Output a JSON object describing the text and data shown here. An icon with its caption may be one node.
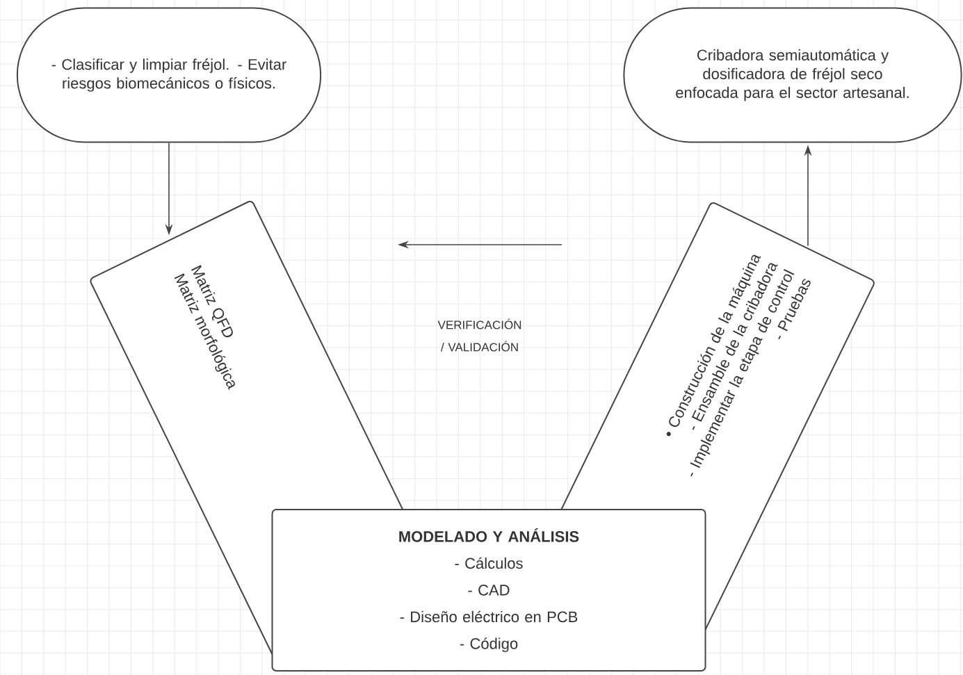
{
  "diagram": {
    "nodes": [
      {
        "text": [
          "- Clasificar y limpiar fréjol. - Evitar riesgos biomecánicos o físicos."
        ]
      },
      {
        "text": [
          "Cribadora semiautomática y dosificadora de fréjol seco enfocada para el sector artesanal."
        ]
      },
      {
        "text": [
          "Matriz QFD",
          "Matriz morfológica"
        ]
      },
      {
        "text": [
          "• Construcción de la máquina",
          "- Ensamble de la cribadora",
          "- Implementar la etapa de control",
          "- Pruebas"
        ]
      },
      {
        "text": [
          "MODELADO Y ANÁLISIS",
          "- Cálculos",
          "- CAD",
          "- Diseño eléctrico en PCB",
          "- Código"
        ]
      }
    ],
    "edges": [
      {
        "from": 0,
        "to": 2,
        "arrow": "to"
      },
      {
        "from": 3,
        "to": 1,
        "arrow": "to"
      }
    ],
    "labels": [
      "VERIFICACIÓN / VALIDACIÓN"
    ]
  }
}
